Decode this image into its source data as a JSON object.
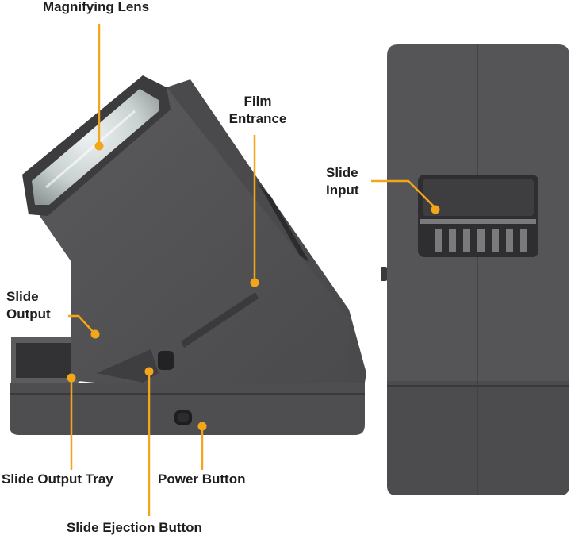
{
  "labels": {
    "magnifying_lens": "Magnifying Lens",
    "film_entrance": [
      "Film",
      "Entrance"
    ],
    "slide_input": [
      "Slide",
      "Input"
    ],
    "slide_output": [
      "Slide",
      "Output"
    ],
    "slide_output_tray": "Slide Output Tray",
    "power_button": "Power Button",
    "slide_ejection_button": "Slide Ejection Button"
  },
  "colors": {
    "callout": "#f3a61b",
    "device_body": "#5a5a5c",
    "device_dark": "#3c3c3e",
    "lens_glass": "#cfd6d6",
    "text": "#1e1e1e"
  }
}
